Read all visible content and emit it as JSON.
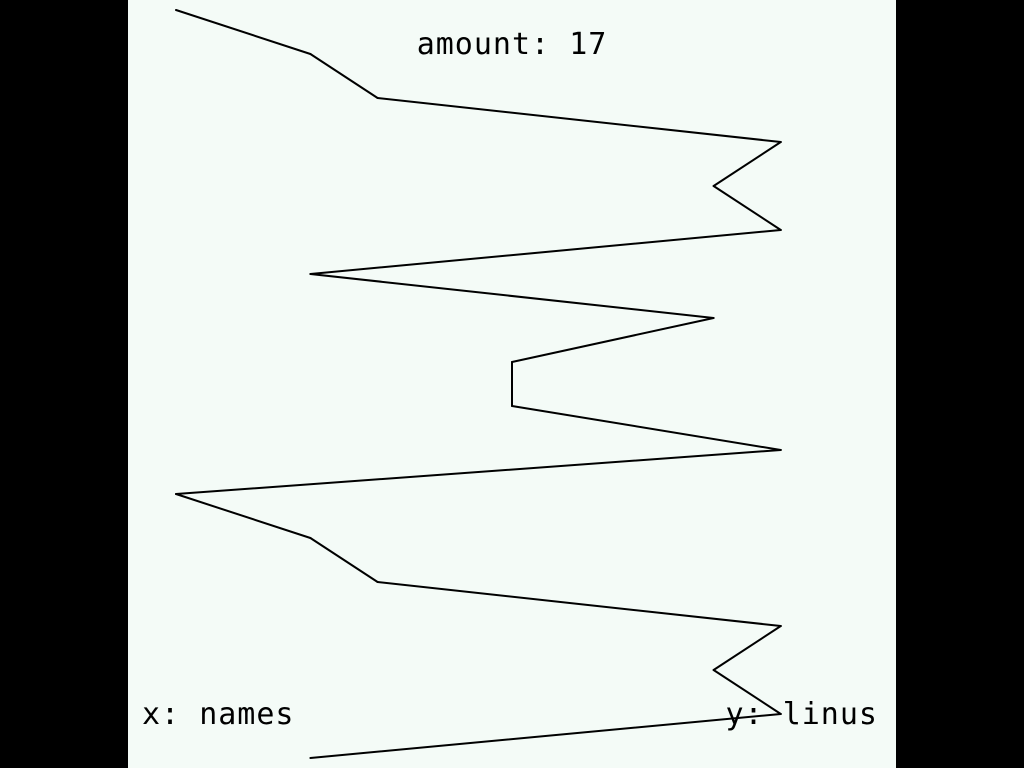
{
  "hud": {
    "amount_label": "amount:",
    "amount_value": "17",
    "x_label": "x:",
    "x_value": "names",
    "y_label": "y:",
    "y_value": "linus"
  },
  "colors": {
    "background": "#f4fbf7",
    "letterbox": "#000000",
    "line": "#000000",
    "text": "#000000"
  },
  "chart_data": {
    "type": "line",
    "x_range": [
      0,
      10
    ],
    "y_range": [
      0,
      17
    ],
    "grid": false,
    "points": [
      {
        "x": 0.0,
        "y": 17
      },
      {
        "x": 2.0,
        "y": 16
      },
      {
        "x": 3.0,
        "y": 15
      },
      {
        "x": 9.0,
        "y": 14
      },
      {
        "x": 8.0,
        "y": 13
      },
      {
        "x": 9.0,
        "y": 12
      },
      {
        "x": 2.0,
        "y": 11
      },
      {
        "x": 8.0,
        "y": 10
      },
      {
        "x": 5.0,
        "y": 9
      },
      {
        "x": 5.0,
        "y": 8
      },
      {
        "x": 9.0,
        "y": 7
      },
      {
        "x": 0.0,
        "y": 6
      },
      {
        "x": 2.0,
        "y": 5
      },
      {
        "x": 3.0,
        "y": 4
      },
      {
        "x": 9.0,
        "y": 3
      },
      {
        "x": 8.0,
        "y": 2
      },
      {
        "x": 9.0,
        "y": 1
      },
      {
        "x": 2.0,
        "y": 0
      }
    ]
  }
}
